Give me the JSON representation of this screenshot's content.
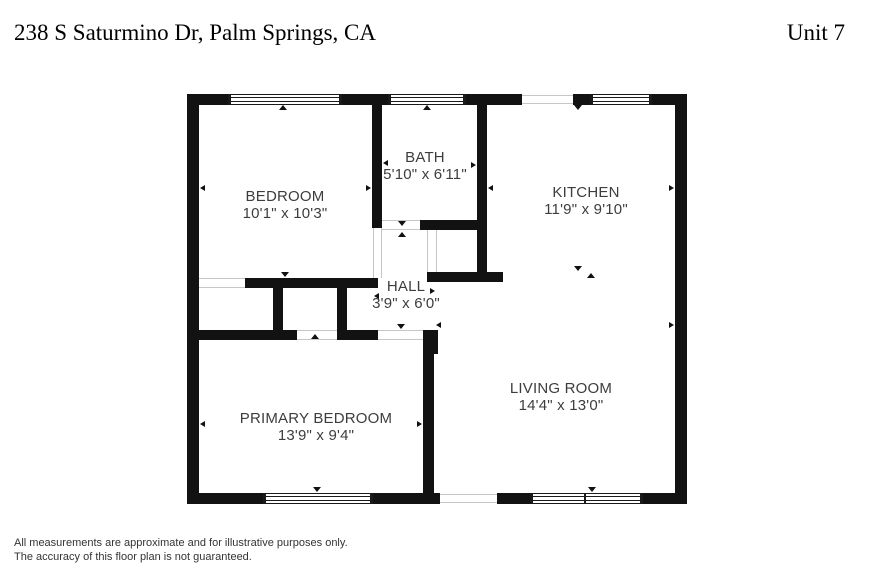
{
  "header": {
    "address": "238 S Saturmino Dr, Palm Springs, CA",
    "unit": "Unit 7"
  },
  "rooms": [
    {
      "id": "bedroom",
      "name": "BEDROOM",
      "dimensions": "10'1\" x 10'3\""
    },
    {
      "id": "bath",
      "name": "BATH",
      "dimensions": "5'10\" x 6'11\""
    },
    {
      "id": "kitchen",
      "name": "KITCHEN",
      "dimensions": "11'9\" x 9'10\""
    },
    {
      "id": "hall",
      "name": "HALL",
      "dimensions": "3'9\" x 6'0\""
    },
    {
      "id": "primary-bedroom",
      "name": "PRIMARY BEDROOM",
      "dimensions": "13'9\" x 9'4\""
    },
    {
      "id": "living-room",
      "name": "LIVING ROOM",
      "dimensions": "14'4\" x 13'0\""
    }
  ],
  "footer": {
    "line1": "All measurements are approximate and for illustrative purposes only.",
    "line2": "The accuracy of this floor plan is not guaranteed."
  },
  "colors": {
    "wall": "#121212",
    "room_label_text": "#3d3d3d",
    "header_text": "#000000",
    "background": "#ffffff"
  },
  "icons": {
    "window-icon": "double-line wall opening rectangle",
    "door-opening-marker": "small solid black triangle at wall gap",
    "dimension-arrow-icon": "small black arrowhead on wall face"
  }
}
